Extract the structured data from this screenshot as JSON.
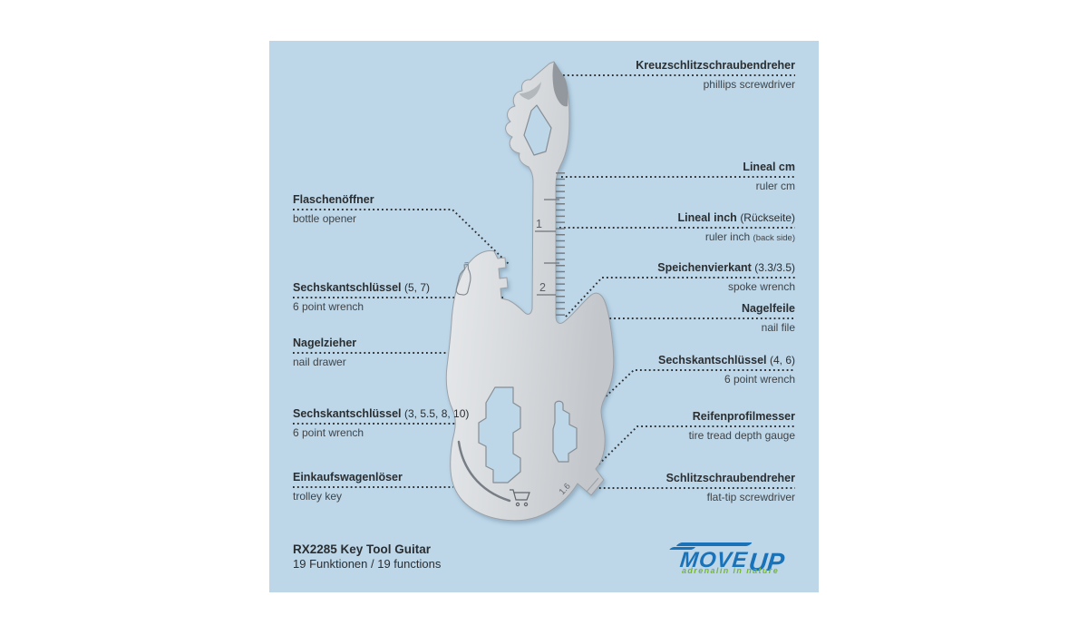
{
  "colors": {
    "panel_background": "#bdd7e9",
    "page_background": "#ffffff",
    "logo_blue": "#1a72b8",
    "logo_green": "#76b82a",
    "metal_light": "#e9ebed",
    "metal_dark": "#c3c7cb"
  },
  "labels_left": [
    {
      "de": "Flaschenöffner",
      "note": "",
      "en": "bottle opener"
    },
    {
      "de": "Sechskantschlüssel",
      "note": "(5, 7)",
      "en": "6 point wrench"
    },
    {
      "de": "Nagelzieher",
      "note": "",
      "en": "nail drawer"
    },
    {
      "de": "Sechskantschlüssel",
      "note": "(3, 5.5, 8, 10)",
      "en": "6 point wrench"
    },
    {
      "de": "Einkaufswagenlöser",
      "note": "",
      "en": "trolley key"
    }
  ],
  "labels_right": [
    {
      "de": "Kreuzschlitzschraubendreher",
      "note": "",
      "en": "phillips screwdriver",
      "en_note": ""
    },
    {
      "de": "Lineal cm",
      "note": "",
      "en": "ruler cm",
      "en_note": ""
    },
    {
      "de": "Lineal inch",
      "note": "(Rückseite)",
      "en": "ruler inch",
      "en_note": "(back side)"
    },
    {
      "de": "Speichenvierkant",
      "note": "(3.3/3.5)",
      "en": "spoke wrench",
      "en_note": ""
    },
    {
      "de": "Nagelfeile",
      "note": "",
      "en": "nail file",
      "en_note": ""
    },
    {
      "de": "Sechskantschlüssel",
      "note": "(4, 6)",
      "en": "6 point wrench",
      "en_note": ""
    },
    {
      "de": "Reifenprofilmesser",
      "note": "",
      "en": "tire tread depth gauge",
      "en_note": ""
    },
    {
      "de": "Schlitzschraubendreher",
      "note": "",
      "en": "flat-tip screwdriver",
      "en_note": ""
    }
  ],
  "tool": {
    "ruler_mark_1": "1",
    "ruler_mark_2": "2",
    "flat_tip_size": "1.6"
  },
  "product": {
    "model": "RX2285 Key Tool Guitar",
    "functions": "19 Funktionen / 19 functions"
  },
  "logo": {
    "word_move": "MOVE",
    "word_up": "UP",
    "tagline": "adrenalin in nature"
  }
}
